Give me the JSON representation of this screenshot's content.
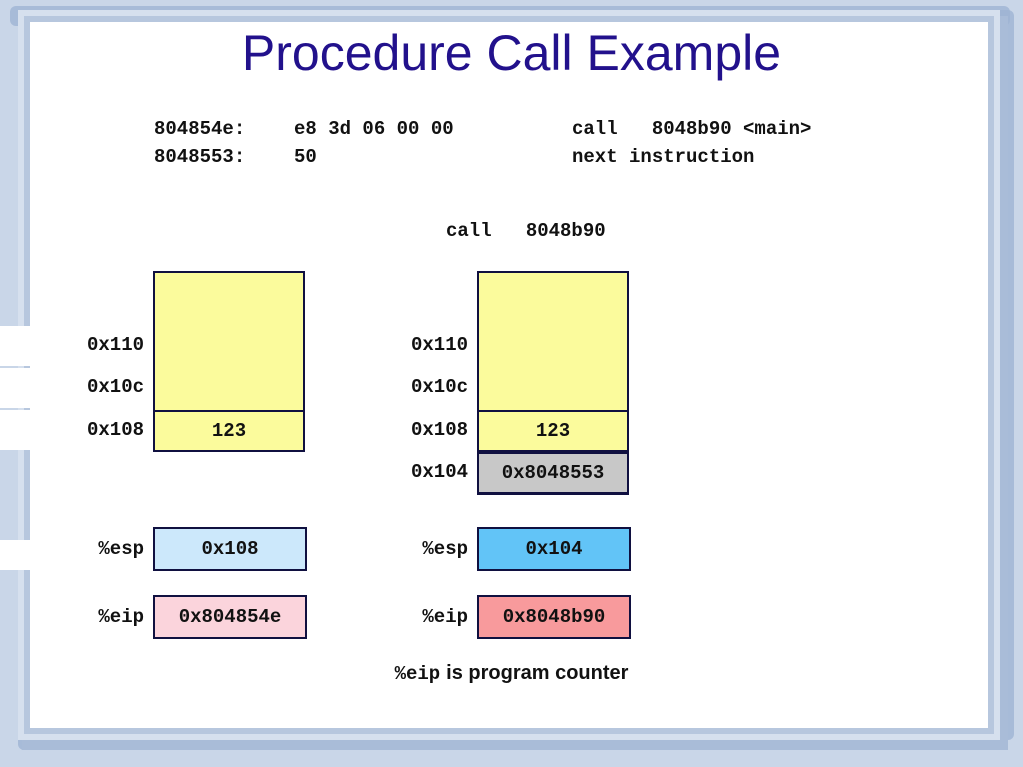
{
  "slide": {
    "title": "Procedure Call Example",
    "code": [
      {
        "address": "804854e:",
        "bytes": "e8 3d 06 00 00",
        "asm": "call   8048b90 <main>"
      },
      {
        "address": "8048553:",
        "bytes": "50",
        "asm": "next instruction"
      }
    ],
    "caption": "call   8048b90",
    "before": {
      "stack_labels": [
        "0x110",
        "0x10c",
        "0x108"
      ],
      "stack_value": "123",
      "esp_label": "%esp",
      "esp_value": "0x108",
      "esp_color": "#cce8fb",
      "eip_label": "%eip",
      "eip_value": "0x804854e",
      "eip_color": "#fbd4dc"
    },
    "after": {
      "stack_labels": [
        "0x110",
        "0x10c",
        "0x108",
        "0x104"
      ],
      "stack_value": "123",
      "pushed_value": "0x8048553",
      "pushed_color": "#c8c8c8",
      "esp_label": "%esp",
      "esp_value": "0x104",
      "esp_color": "#62c4f7",
      "eip_label": "%eip",
      "eip_value": "0x8048b90",
      "eip_color": "#f89a9c"
    },
    "footer": {
      "code": "%eip",
      "text": "is program counter"
    },
    "colors": {
      "title": "#22118c",
      "stack_fill": "#fbfb9c",
      "border": "#101040"
    }
  }
}
